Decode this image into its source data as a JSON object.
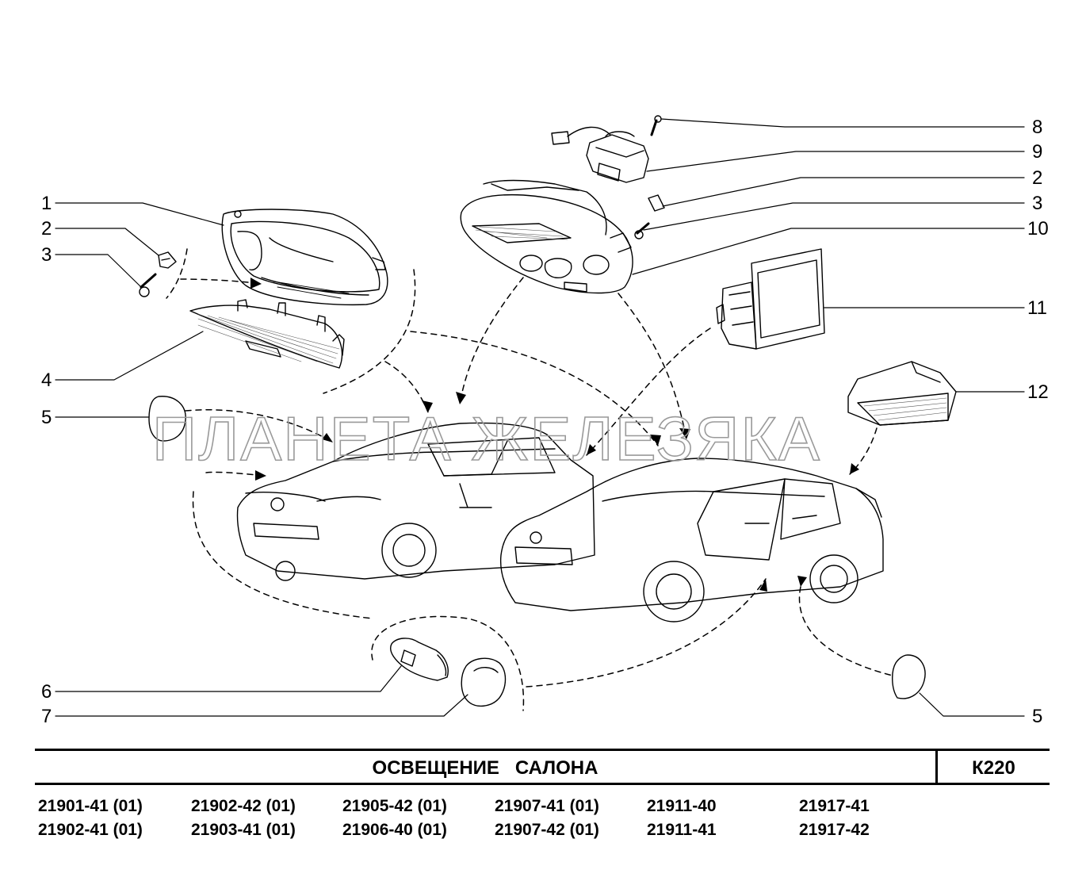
{
  "watermark": "ПЛАНЕТА ЖЕЛЕЗЯКА",
  "callouts": {
    "l1": "1",
    "l2": "2",
    "l3": "3",
    "l4": "4",
    "l5": "5",
    "l6": "6",
    "l7": "7",
    "r8": "8",
    "r9": "9",
    "r2": "2",
    "r3": "3",
    "r10": "10",
    "r11": "11",
    "r12": "12",
    "r5": "5"
  },
  "title": {
    "name": "ОСВЕЩЕНИЕ   САЛОНА",
    "code": "К220"
  },
  "models": [
    [
      "21901-41 (01)",
      "21902-41 (01)"
    ],
    [
      "21902-42 (01)",
      "21903-41 (01)"
    ],
    [
      "21905-42 (01)",
      "21906-40 (01)"
    ],
    [
      "21907-41 (01)",
      "21907-42 (01)"
    ],
    [
      "21911-40",
      "21911-41"
    ],
    [
      "21917-41",
      "21917-42"
    ]
  ]
}
